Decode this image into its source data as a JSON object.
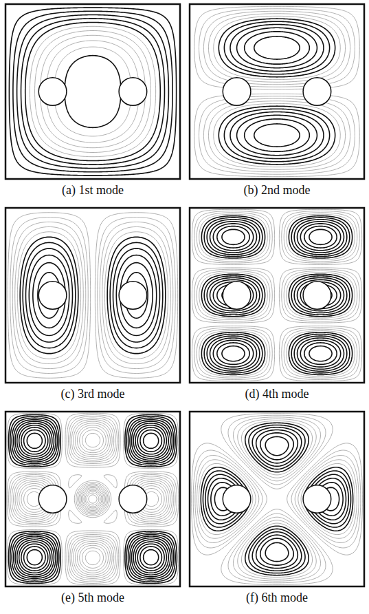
{
  "diagram": {
    "labels": [
      "(a) 1st mode",
      "(b) 2nd mode",
      "(c) 3rd mode",
      "(d) 4th mode",
      "(e) 5th mode",
      "(f) 6th mode"
    ]
  }
}
